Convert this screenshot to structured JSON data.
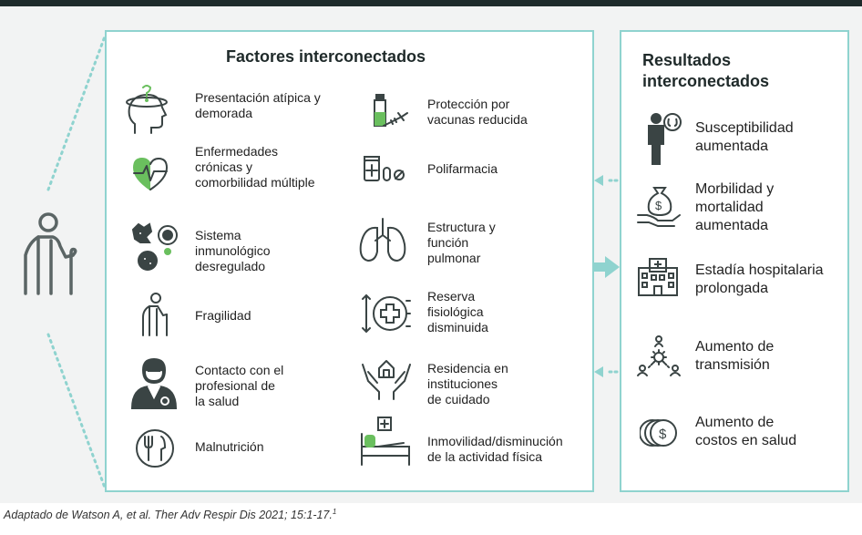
{
  "left_title": "Factores interconectados",
  "right_title_line1": "Resultados",
  "right_title_line2": "interconectados",
  "factors_left": [
    {
      "text": "Presentación atípica y\ndemorada",
      "icon": "confused-head-icon"
    },
    {
      "text": "Enfermedades\ncrónicas y\ncomorbilidad múltiple",
      "icon": "heart-pulse-icon"
    },
    {
      "text": "Sistema\ninmunológico\ndesregulado",
      "icon": "immune-cells-icon"
    },
    {
      "text": "Fragilidad",
      "icon": "elderly-person-icon"
    },
    {
      "text": "Contacto con el\nprofesional de\nla salud",
      "icon": "doctor-icon"
    },
    {
      "text": "Malnutrición",
      "icon": "plate-cutlery-icon"
    }
  ],
  "factors_right": [
    {
      "text": "Protección por\nvacunas reducida",
      "icon": "vaccine-icon"
    },
    {
      "text": "Polifarmacia",
      "icon": "pills-icon"
    },
    {
      "text": "Estructura y\nfunción\npulmonar",
      "icon": "lungs-icon"
    },
    {
      "text": "Reserva\nfisiológica\ndisminuida",
      "icon": "medical-cross-gauge-icon"
    },
    {
      "text": "Residencia en\ninstituciones\nde cuidado",
      "icon": "care-home-hands-icon"
    },
    {
      "text": "Inmovilidad/disminución\nde la actividad física",
      "icon": "hospital-bed-icon"
    }
  ],
  "outcomes": [
    {
      "text": "Susceptibilidad\naumentada",
      "icon": "person-lungs-icon"
    },
    {
      "text": "Morbilidad y\nmortalidad\naumentada",
      "icon": "money-hand-icon"
    },
    {
      "text": "Estadía hospitalaria\nprolongada",
      "icon": "hospital-building-icon"
    },
    {
      "text": "Aumento de\ntransmisión",
      "icon": "virus-transmission-icon"
    },
    {
      "text": "Aumento de\ncostos en salud",
      "icon": "coins-icon"
    }
  ],
  "caption_main": "Adaptado de Watson A, et al. Ther Adv Respir Dis 2021; 15:1-17.",
  "caption_ref": "1",
  "colors": {
    "accent": "#8fd3cf",
    "icon_dark": "#3a4444",
    "green": "#6abf5e",
    "text": "#222222"
  }
}
